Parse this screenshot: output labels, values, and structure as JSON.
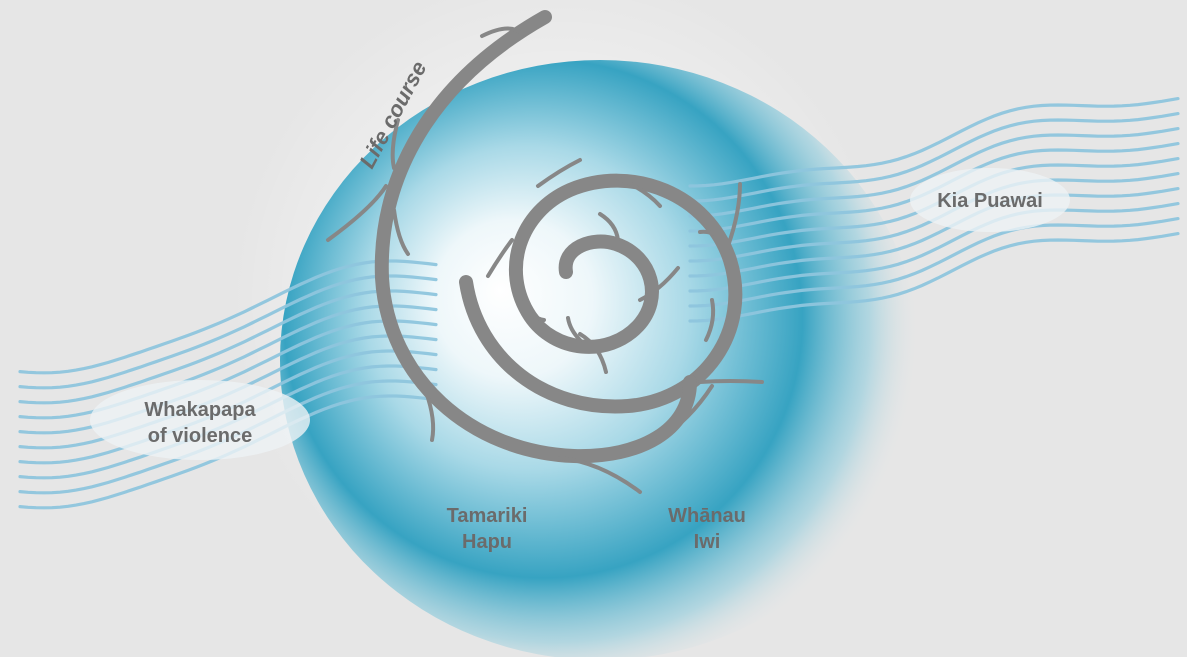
{
  "diagram": {
    "life_course_label": "Life course",
    "left_band_label": [
      "Whakapapa",
      "of violence"
    ],
    "right_band_label": "Kia Puawai",
    "bottom_left_label": [
      "Tamariki",
      "Hapu"
    ],
    "bottom_right_label": [
      "Whānau",
      "Iwi"
    ]
  },
  "colors": {
    "background": "#e6e6e6",
    "spiral": "#878787",
    "wave": "#8fc6de",
    "glow_center": "#ffffff",
    "glow_outer": "#2d9dbd",
    "label": "#6b6b6b"
  }
}
